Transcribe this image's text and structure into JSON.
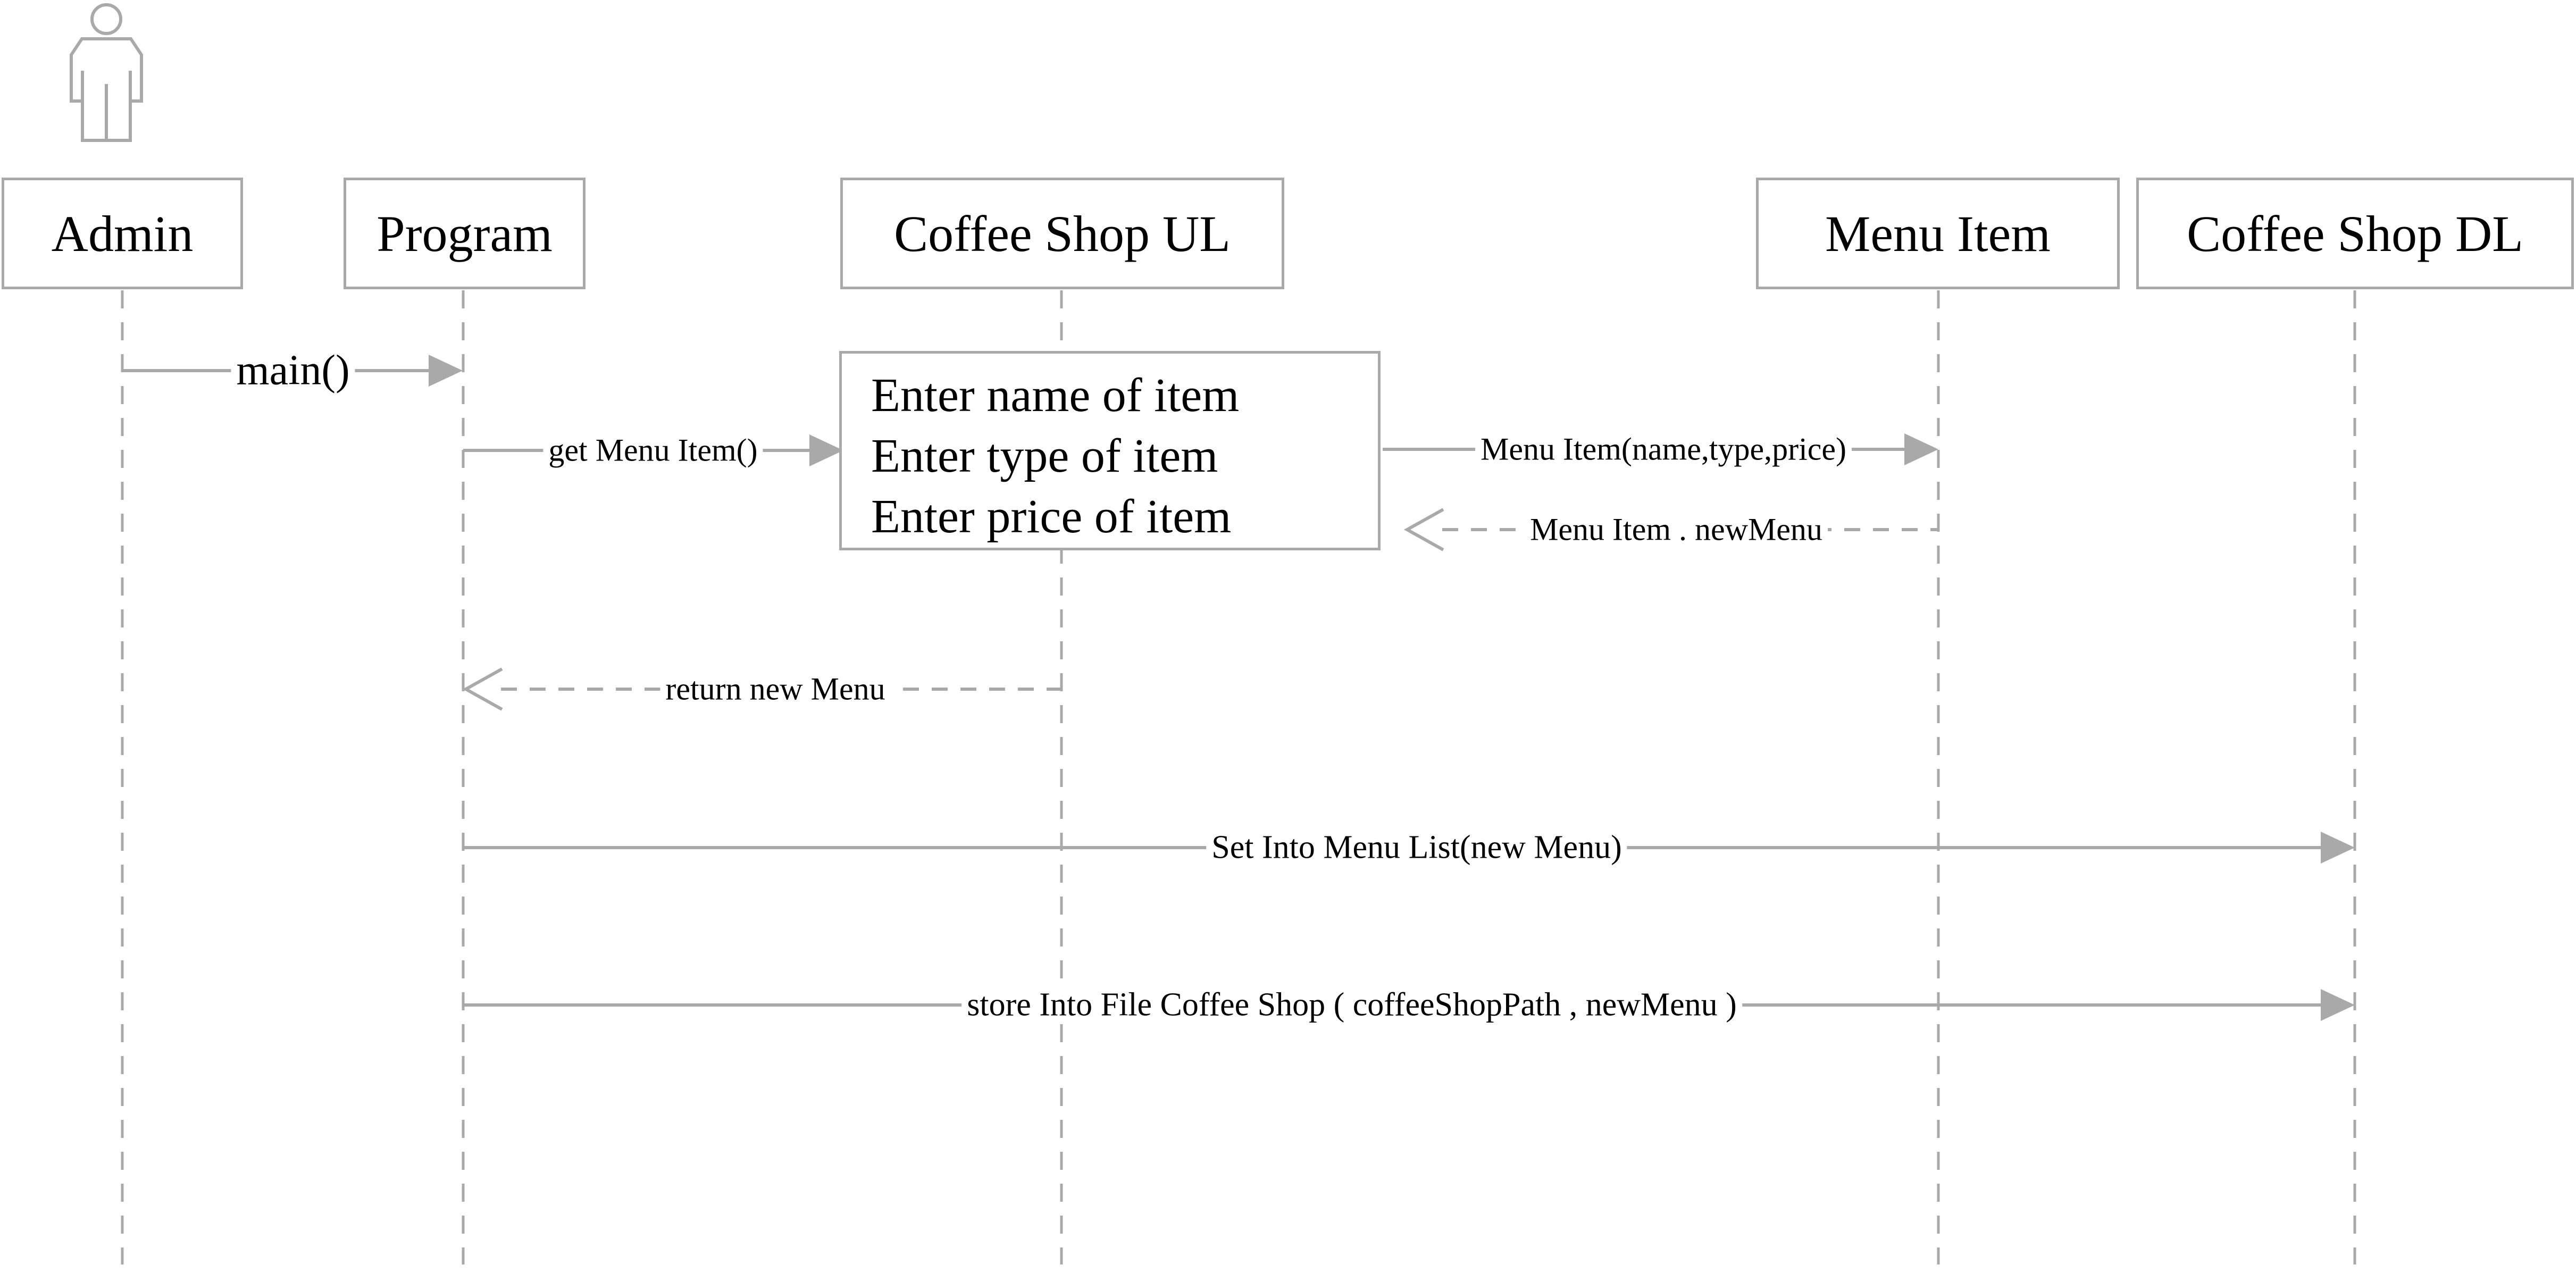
{
  "diagram": {
    "kind": "uml-sequence-diagram",
    "colors": {
      "line": "#a9a9a9",
      "text": "#000000",
      "background": "#ffffff"
    }
  },
  "lifelines": [
    {
      "label": "Admin"
    },
    {
      "label": "Program"
    },
    {
      "label": "Coffee Shop UL"
    },
    {
      "label": "Menu Item"
    },
    {
      "label": "Coffee Shop DL"
    }
  ],
  "actor": {
    "icon": "person-icon",
    "attached_to": "Admin"
  },
  "note": {
    "lines": [
      "Enter name of item",
      "Enter type of item",
      "Enter price of item"
    ]
  },
  "messages": [
    {
      "label": "main()",
      "from": "Admin",
      "to": "Program",
      "style": "solid"
    },
    {
      "label": "get Menu Item()",
      "from": "Program",
      "to": "Coffee Shop UL",
      "style": "solid"
    },
    {
      "label": "Menu Item(name,type,price)",
      "from": "Coffee Shop UL",
      "to": "Menu Item",
      "style": "solid"
    },
    {
      "label": "Menu Item . newMenu",
      "from": "Menu Item",
      "to": "Coffee Shop UL",
      "style": "dashed-return"
    },
    {
      "label": "return new Menu",
      "from": "Coffee Shop UL",
      "to": "Program",
      "style": "dashed-return"
    },
    {
      "label": "Set Into Menu List(new Menu)",
      "from": "Program",
      "to": "Coffee Shop DL",
      "style": "solid"
    },
    {
      "label": "store Into File Coffee Shop ( coffeeShopPath , newMenu )",
      "from": "Program",
      "to": "Coffee Shop DL",
      "style": "solid"
    }
  ]
}
